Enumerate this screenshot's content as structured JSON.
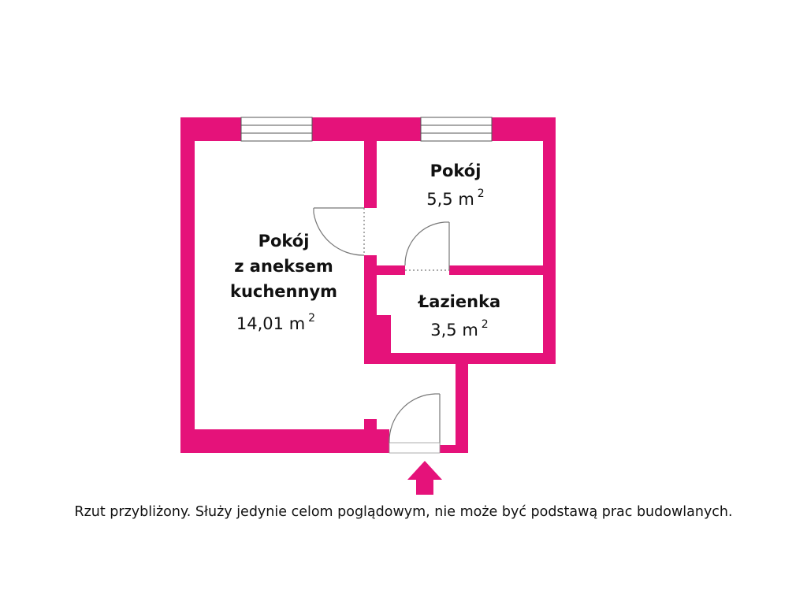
{
  "colors": {
    "wall": "#e5127a",
    "frame": "#555555",
    "door_line": "#777777"
  },
  "rooms": {
    "living": {
      "name_lines": [
        "Pokój",
        "z aneksem",
        "kuchennym"
      ],
      "area": "14,01 m",
      "unit_exp": "2"
    },
    "bedroom": {
      "name": "Pokój",
      "area": "5,5 m",
      "unit_exp": "2"
    },
    "bathroom": {
      "name": "Łazienka",
      "area": "3,5 m",
      "unit_exp": "2"
    }
  },
  "entrance": {
    "icon": "entrance-arrow-icon"
  },
  "disclaimer": "Rzut przybliżony. Służy jedynie celom poglądowym, nie może być podstawą prac budowlanych."
}
